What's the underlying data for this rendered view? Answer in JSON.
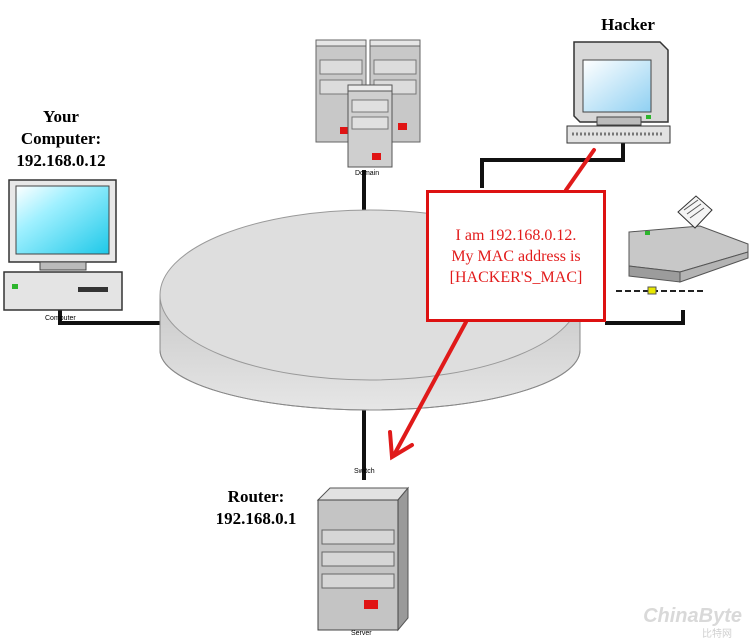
{
  "labels": {
    "your_computer": [
      "Your",
      "Computer:",
      "192.168.0.12"
    ],
    "hacker": "Hacker",
    "router": [
      "Router:",
      "192.168.0.1"
    ]
  },
  "device_captions": {
    "domain": "Domain",
    "computer": "Computer",
    "switch": "Switch",
    "server": "Server"
  },
  "callout_lines": [
    "I am 192.168.0.12.",
    "My MAC address is",
    "[HACKER'S_MAC]"
  ],
  "watermark": {
    "brand": "ChinaByte",
    "sub": "比特网"
  },
  "colors": {
    "callout_border": "#dd1111",
    "callout_text": "#e21b1b",
    "arrow": "#e01a1a",
    "screen": "#3fd6ef",
    "disk": "#d0d0d0"
  }
}
